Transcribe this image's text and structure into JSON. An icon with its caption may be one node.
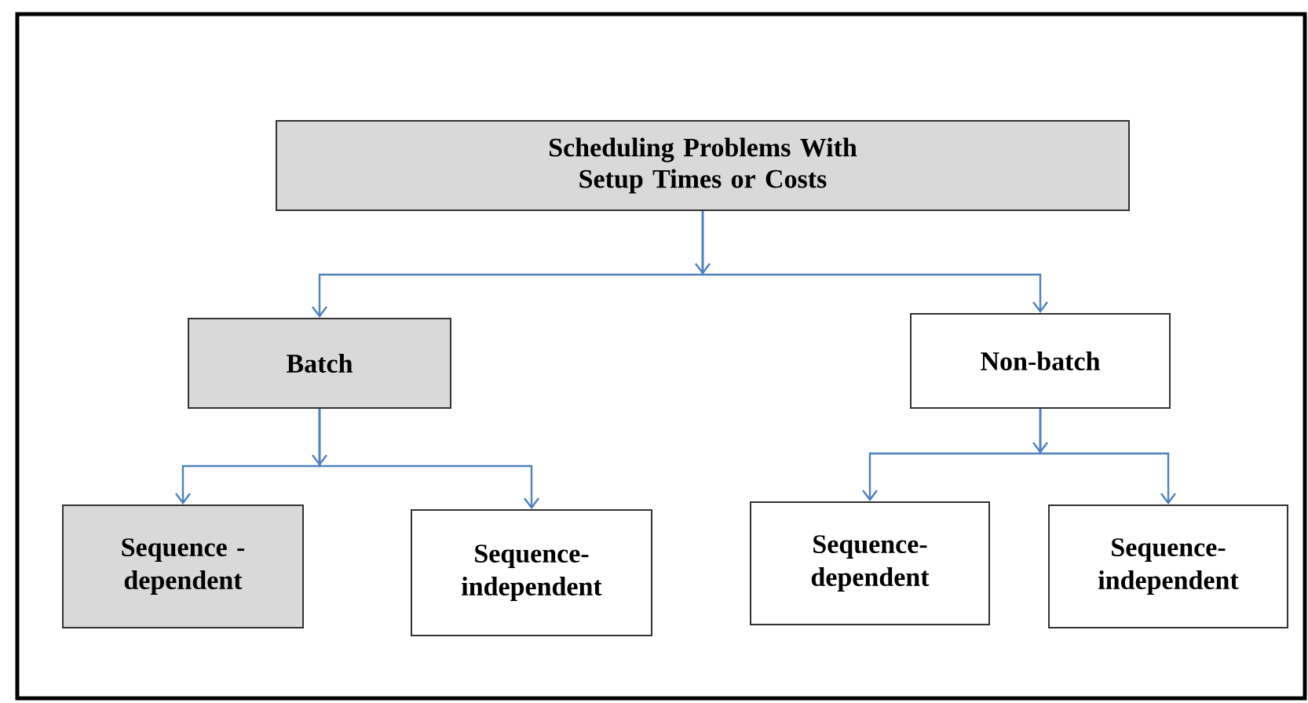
{
  "diagram": {
    "nodes": [
      {
        "text": [
          "Scheduling Problems With Setup Times or Costs"
        ]
      },
      {
        "text": [
          "Batch"
        ]
      },
      {
        "text": [
          "Non-batch"
        ]
      },
      {
        "text": [
          "Sequence - dependent"
        ]
      },
      {
        "text": [
          "Sequence- independent"
        ]
      },
      {
        "text": [
          "Sequence- dependent"
        ]
      },
      {
        "text": [
          "Sequence- independent"
        ]
      }
    ],
    "edges": [
      {
        "from": 0,
        "to": 1,
        "arrow": "to"
      },
      {
        "from": 0,
        "to": 2,
        "arrow": "to"
      },
      {
        "from": 1,
        "to": 3,
        "arrow": "to"
      },
      {
        "from": 1,
        "to": 4,
        "arrow": "to"
      },
      {
        "from": 2,
        "to": 5,
        "arrow": "to"
      },
      {
        "from": 2,
        "to": 6,
        "arrow": "to"
      }
    ]
  }
}
